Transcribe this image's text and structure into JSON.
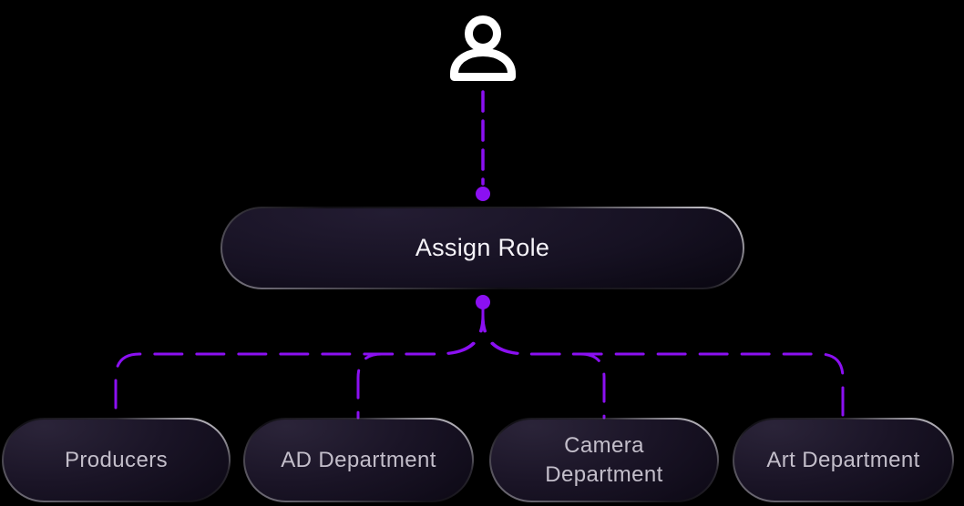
{
  "diagram": {
    "root_icon": "person-icon",
    "parent_node": {
      "label": "Assign Role"
    },
    "child_nodes": [
      {
        "label": "Producers"
      },
      {
        "label": "AD Department"
      },
      {
        "label": "Camera Department"
      },
      {
        "label": "Art Department"
      }
    ],
    "colors": {
      "background": "#000000",
      "connector": "#8B10F2",
      "icon": "#FFFFFF",
      "parent_text": "#F6F4F9",
      "child_text": "#C3BECA"
    }
  }
}
